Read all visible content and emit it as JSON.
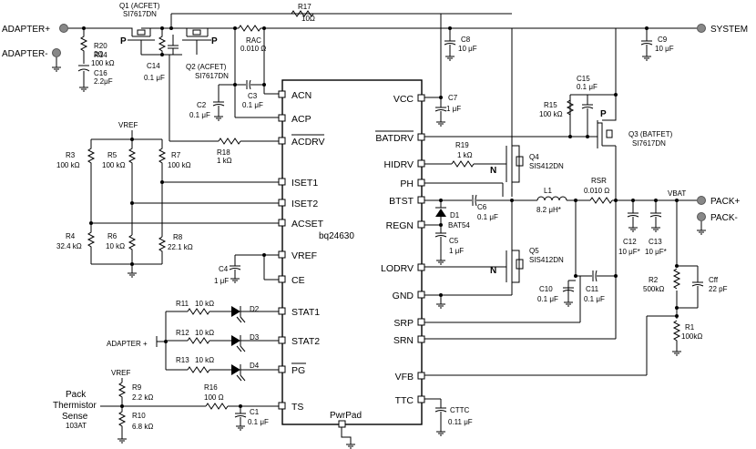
{
  "ic": {
    "name": "bq24630",
    "power_pad": "PwrPad"
  },
  "terminals": {
    "adapter_plus": "ADAPTER+",
    "adapter_minus": "ADAPTER-",
    "system": "SYSTEM",
    "pack_plus": "PACK+",
    "pack_minus": "PACK-",
    "vbat": "VBAT",
    "adapter_label": "ADAPTER +",
    "vref_top": "VREF",
    "vref_bottom": "VREF",
    "thermistor_line1": "Pack",
    "thermistor_line2": "Thermistor",
    "thermistor_line3": "Sense",
    "thermistor_part": "103AT"
  },
  "pins_left": {
    "acn": "ACN",
    "acp": "ACP",
    "acdrv": "ACDRV",
    "iset1": "ISET1",
    "iset2": "ISET2",
    "acset": "ACSET",
    "vref": "VREF",
    "ce": "CE",
    "stat1": "STAT1",
    "stat2": "STAT2",
    "pg": "PG",
    "ts": "TS"
  },
  "pins_right": {
    "vcc": "VCC",
    "batdrv": "BATDRV",
    "hidrv": "HIDRV",
    "ph": "PH",
    "btst": "BTST",
    "regn": "REGN",
    "lodrv": "LODRV",
    "gnd": "GND",
    "srp": "SRP",
    "srn": "SRN",
    "vfb": "VFB",
    "ttc": "TTC"
  },
  "components": {
    "q1": {
      "name": "Q1 (ACFET)",
      "part": "SI7617DN"
    },
    "q2": {
      "name": "Q2 (ACFET)",
      "part": "SI7617DN"
    },
    "q3": {
      "name": "Q3 (BATFET)",
      "part": "SI7617DN"
    },
    "q4": {
      "name": "Q4",
      "part": "SIS412DN"
    },
    "q5": {
      "name": "Q5",
      "part": "SIS412DN"
    },
    "p_label": "P",
    "n_label": "N",
    "r17": {
      "name": "R17",
      "value": "10Ω"
    },
    "r20": {
      "name": "R20",
      "value": "2Ω"
    },
    "c16": {
      "name": "C16",
      "value": "2.2μF"
    },
    "r14": {
      "name": "R14",
      "value": "100 kΩ"
    },
    "c14": {
      "name": "C14",
      "value": "0.1 μF"
    },
    "rac": {
      "name": "RAC",
      "value": "0.010 Ω"
    },
    "c2": {
      "name": "C2",
      "value": "0.1 μF"
    },
    "c3": {
      "name": "C3",
      "value": "0.1 μF"
    },
    "r18": {
      "name": "R18",
      "value": "1 kΩ"
    },
    "r3": {
      "name": "R3",
      "value": "100 kΩ"
    },
    "r5": {
      "name": "R5",
      "value": "100 kΩ"
    },
    "r7": {
      "name": "R7",
      "value": "100 kΩ"
    },
    "r4": {
      "name": "R4",
      "value": "32.4 kΩ"
    },
    "r6": {
      "name": "R6",
      "value": "10 kΩ"
    },
    "r8": {
      "name": "R8",
      "value": "22.1 kΩ"
    },
    "c4": {
      "name": "C4",
      "value": "1 μF"
    },
    "r11": {
      "name": "R11",
      "value": "10 kΩ"
    },
    "r12": {
      "name": "R12",
      "value": "10 kΩ"
    },
    "r13": {
      "name": "R13",
      "value": "10 kΩ"
    },
    "d2": "D2",
    "d3": "D3",
    "d4": "D4",
    "r9": {
      "name": "R9",
      "value": "2.2 kΩ"
    },
    "r10": {
      "name": "R10",
      "value": "6.8 kΩ"
    },
    "r16": {
      "name": "R16",
      "value": "100 Ω"
    },
    "c1": {
      "name": "C1",
      "value": "0.1 μF"
    },
    "c8": {
      "name": "C8",
      "value": "10 μF"
    },
    "c9": {
      "name": "C9",
      "value": "10 μF"
    },
    "c7": {
      "name": "C7",
      "value": "1 μF"
    },
    "c15": {
      "name": "C15",
      "value": "0.1 μF"
    },
    "r15": {
      "name": "R15",
      "value": "100 kΩ"
    },
    "r19": {
      "name": "R19",
      "value": "1 kΩ"
    },
    "d1": {
      "name": "D1",
      "value": "BAT54"
    },
    "c5": {
      "name": "C5",
      "value": "1 μF"
    },
    "c6": {
      "name": "C6",
      "value": "0.1 μF"
    },
    "l1": {
      "name": "L1",
      "value": "8.2 μH*"
    },
    "rsr": {
      "name": "RSR",
      "value": "0.010 Ω"
    },
    "c12": {
      "name": "C12",
      "value": "10 μF*"
    },
    "c13": {
      "name": "C13",
      "value": "10 μF*"
    },
    "c10": {
      "name": "C10",
      "value": "0.1 μF"
    },
    "c11": {
      "name": "C11",
      "value": "0.1 μF"
    },
    "r2": {
      "name": "R2",
      "value": "500kΩ"
    },
    "cff": {
      "name": "Cff",
      "value": "22 pF"
    },
    "r1": {
      "name": "R1",
      "value": "100kΩ"
    },
    "cttc": {
      "name": "CTTC",
      "value": "0.11 μF"
    }
  }
}
